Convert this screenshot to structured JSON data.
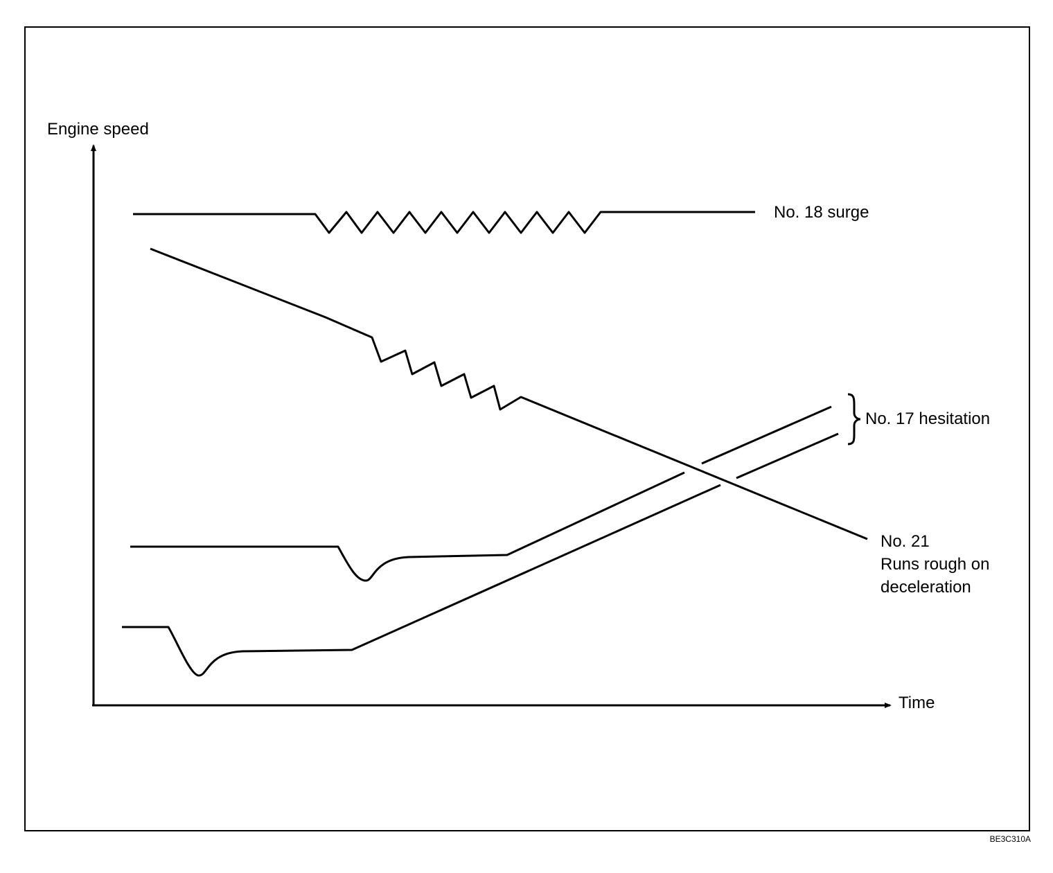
{
  "diagram": {
    "y_axis_label": "Engine speed",
    "x_axis_label": "Time",
    "labels": {
      "surge": "No. 18 surge",
      "hesitation": "No. 17 hesitation",
      "rough_number": "No. 21",
      "rough_line1": "Runs rough on",
      "rough_line2": "deceleration"
    },
    "figure_code": "BE3C310A"
  }
}
